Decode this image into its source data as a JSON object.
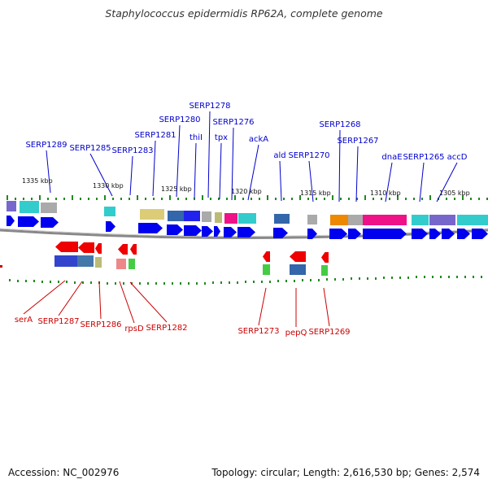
{
  "title": "Staphylococcus epidermidis RP62A, complete genome",
  "footer": {
    "accession": "Accession: NC_002976",
    "info": "Topology: circular; Length: 2,616,530 bp; Genes: 2,574"
  },
  "colors": {
    "forward_label": "#0000cc",
    "reverse_label": "#cc0000",
    "forward_arrow": "#0000ee",
    "reverse_arrow": "#ee0000",
    "tick_green": "#228822",
    "backbone": "#888888"
  },
  "scale_ticks": [
    "1335 kbp",
    "1330 kbp",
    "1325 kbp",
    "1320 kbp",
    "1315 kbp",
    "1310 kbp",
    "1305 kbp"
  ],
  "forward_gene_labels": [
    "SERP1289",
    "SERP1285",
    "SERP1283",
    "SERP1281",
    "SERP1280",
    "SERP1278",
    "thiI",
    "tpx",
    "SERP1276",
    "ackA",
    "ald",
    "SERP1270",
    "SERP1268",
    "SERP1267",
    "dnaE",
    "SERP1265",
    "accD"
  ],
  "reverse_gene_labels": [
    "serA",
    "SERP1287",
    "SERP1286",
    "rpsD",
    "SERP1282",
    "SERP1273",
    "pepQ",
    "SERP1269"
  ]
}
